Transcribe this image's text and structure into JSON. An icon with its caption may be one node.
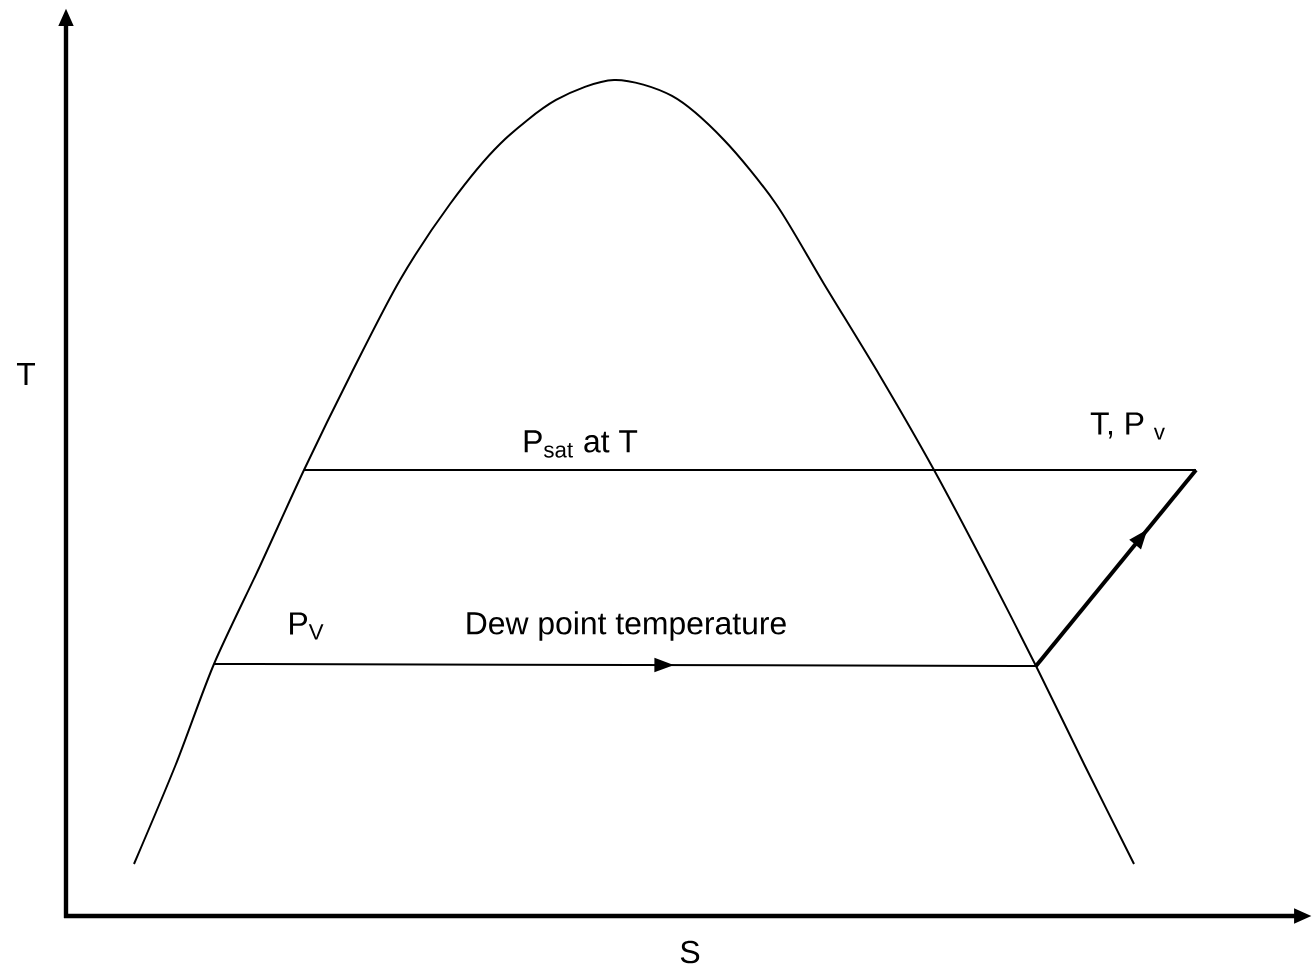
{
  "diagram": {
    "labels": [
      "T",
      "P$_{sat}$ at T",
      "T, P $_{v}$",
      "P$_{V}$",
      "Dew point temperature",
      "S"
    ]
  }
}
